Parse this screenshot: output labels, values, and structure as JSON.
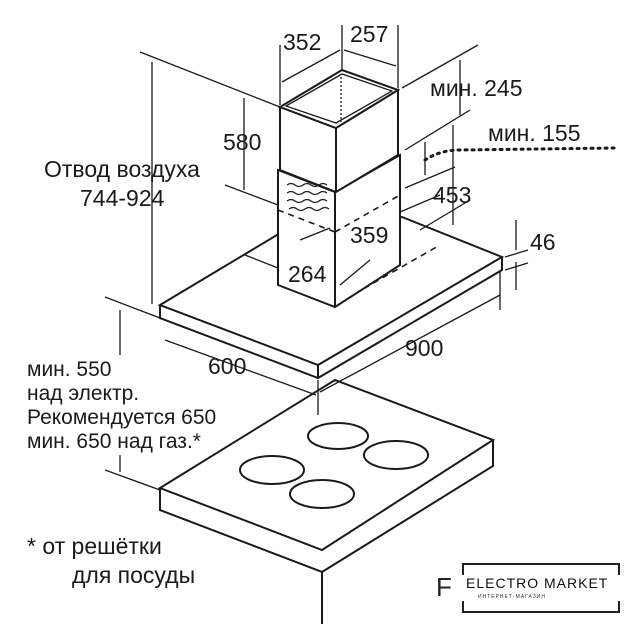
{
  "dimensions": {
    "chimney_width": "352",
    "chimney_depth": "257",
    "min_top": "мин. 245",
    "min_bottom": "мин. 155",
    "upper_chimney": "580",
    "air_exhaust_label": "Отвод воздуха",
    "air_exhaust_range": "744-924",
    "lower_chimney": "453",
    "inner_depth": "359",
    "inner_width": "264",
    "canopy_thickness": "46",
    "hood_width": "900",
    "hood_depth": "600"
  },
  "clearance_notes": [
    "мин. 550",
    "над электр.",
    "Рекомендуется 650",
    "мин. 650 над газ.*"
  ],
  "footnote": [
    "* от решётки",
    "для посуды"
  ],
  "watermark": {
    "title": "ELECTRO MARKET",
    "subtitle": "ИНТЕРНЕТ-МАГАЗИН",
    "letter": "F"
  }
}
